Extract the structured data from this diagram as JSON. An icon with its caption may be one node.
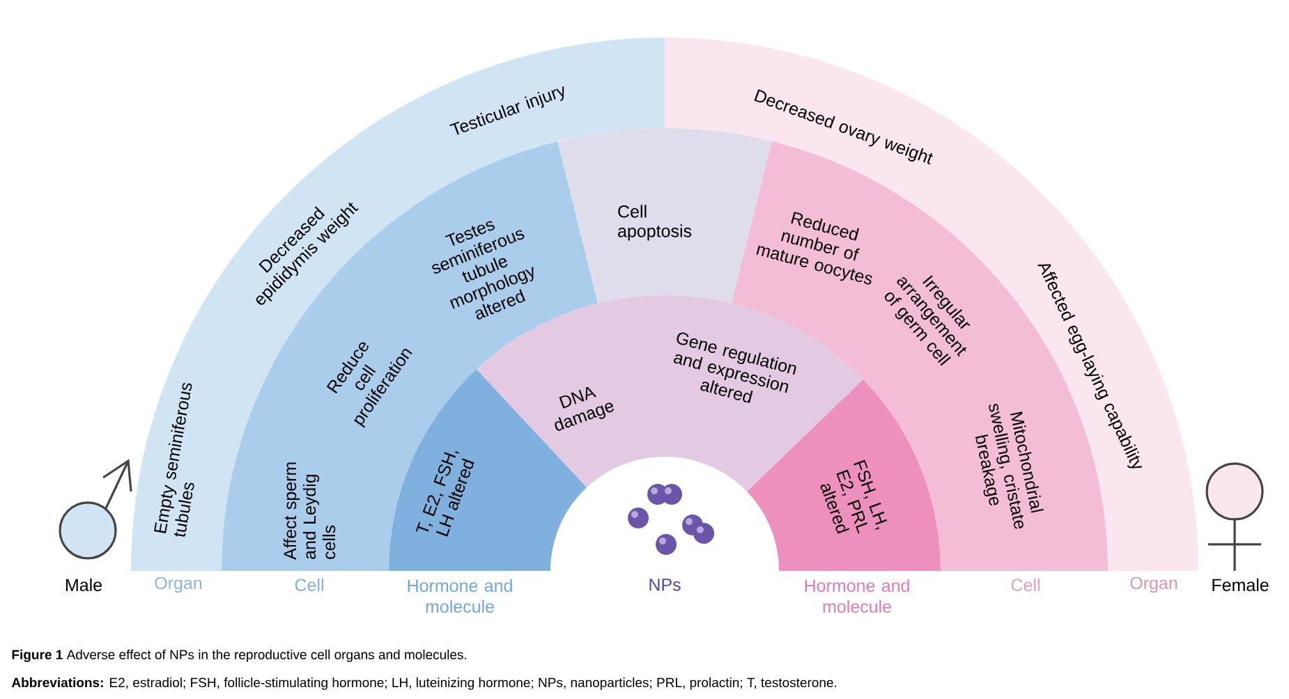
{
  "diagram": {
    "caption": "**Figure 1** Adverse effect of NPs in the reproductive cell organs and molecules.",
    "nodes": [
      {
        "text": [
          "Testicular injury",
          "Decreased epididymis weight",
          "Empty seminiferous tubules"
        ]
      },
      {
        "text": [
          "Decreased ovary weight",
          "Affected egg-laying capability"
        ]
      },
      {
        "text": [
          "Testes seminiferous tubule morphology altered",
          "Reduce cell proliferation",
          "Affect sperm and Leydig cells"
        ]
      },
      {
        "text": [
          "Cell apoptosis"
        ]
      },
      {
        "text": [
          "Reduced number of mature oocytes",
          "Irregular arrangement of germ cell",
          "Mitochondrial swelling, cristate breakage"
        ]
      },
      {
        "text": [
          "T, E2, FSH, LH altered"
        ]
      },
      {
        "text": [
          "DNA damage",
          "Gene regulation and expression altered"
        ]
      },
      {
        "text": [
          "FSH, LH, E2, PRL altered"
        ]
      }
    ],
    "labels": [
      "Male",
      "Organ",
      "Cell",
      "Hormone and molecule",
      "NPs",
      "Hormone and molecule",
      "Cell",
      "Organ",
      "Female",
      "**Abbreviations:** E2, estradiol; FSH, follicle-stimulating hormone; LH, luteinizing hormone; NPs, nanoparticles; PRL, prolactin; T, testosterone."
    ]
  }
}
